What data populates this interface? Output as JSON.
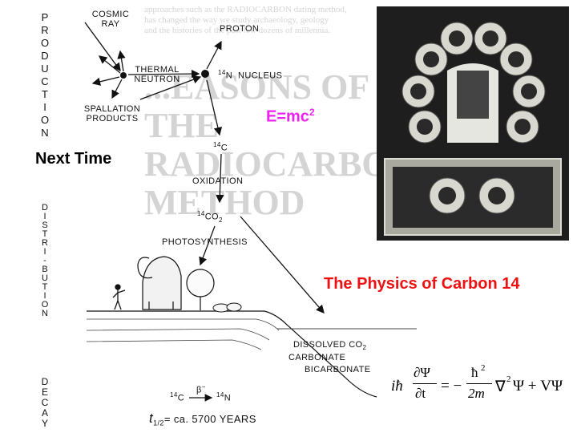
{
  "slide": {
    "title": "The Physics of Carbon 14",
    "next_time": "Next Time",
    "emc2": {
      "base": "E=mc",
      "exp": "2"
    },
    "schrodinger": {
      "i_hbar": "iħ",
      "num_left": "∂Ψ",
      "den_left": "∂t",
      "equals_minus": "= −",
      "num_right": "ħ",
      "num_right_exp": "2",
      "den_right": "2m",
      "nabla": "∇",
      "nabla_exp": "2",
      "tail": "Ψ + VΨ"
    },
    "colors": {
      "title": "#ee1111",
      "emc2": "#ee22ee",
      "text": "#000000"
    }
  },
  "diagram": {
    "side_labels": {
      "production": [
        "P",
        "R",
        "O",
        "D",
        "U",
        "C",
        "T",
        "I",
        "O",
        "N"
      ],
      "distribution": [
        "D",
        "I",
        "S",
        "T",
        "R",
        "I",
        "-",
        "B",
        "U",
        "T",
        "I",
        "O",
        "N"
      ],
      "decay": [
        "D",
        "E",
        "C",
        "A",
        "Y"
      ]
    },
    "cosmic_ray": [
      "COSMIC",
      "RAY"
    ],
    "thermal_neutron": [
      "THERMAL",
      "NEUTRON"
    ],
    "proton": "PROTON",
    "n14_nucleus": {
      "sup": "14",
      "sym": "N",
      "text": "NUCLEUS"
    },
    "spallation": [
      "SPALLATION",
      "PRODUCTS"
    ],
    "c14": {
      "sup": "14",
      "sym": "C"
    },
    "oxidation": "OXIDATION",
    "co2": {
      "sup": "14",
      "sym": "CO",
      "sub": "2"
    },
    "photosynthesis": "PHOTOSYNTHESIS",
    "dissolved": "DISSOLVED CO",
    "dissolved_sub": "2",
    "carbonate": "CARBONATE",
    "bicarbonate": "BICARBONATE",
    "decay_eq": {
      "left_sup": "14",
      "left": "C",
      "beta": "β",
      "beta_sup": "−",
      "right_sup": "14",
      "right": "N"
    },
    "half_life": {
      "t": "t",
      "sub": "1/2",
      "text": "= ca. 5700 YEARS"
    }
  },
  "background_text": {
    "big_lines": [
      "...EASONS OF THE",
      "RADIOCARBO",
      "METHOD"
    ],
    "small_lines": [
      "approaches such as the RADIOCARBON dating method,",
      "has changed the way we study archaeology, geology",
      "and the histories of the past few dozens of millennia."
    ]
  }
}
